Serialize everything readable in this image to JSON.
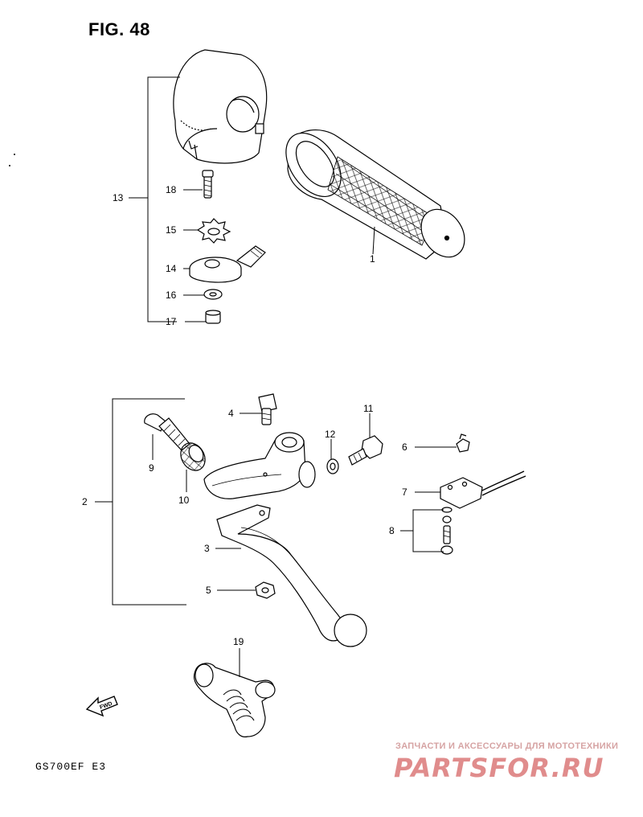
{
  "figure": {
    "title": "FIG. 48",
    "footer_code": "GS700EF  E3"
  },
  "direction_arrow": {
    "label": "FWD"
  },
  "watermark": {
    "tagline": "ЗАПЧАСТИ И АКСЕССУАРЫ ДЛЯ МОТОТЕХНИКИ",
    "logo": "PARTSFOR.RU"
  },
  "callouts": [
    {
      "id": "c1",
      "number": "1"
    },
    {
      "id": "c2",
      "number": "2"
    },
    {
      "id": "c3",
      "number": "3"
    },
    {
      "id": "c4",
      "number": "4"
    },
    {
      "id": "c5",
      "number": "5"
    },
    {
      "id": "c6",
      "number": "6"
    },
    {
      "id": "c7",
      "number": "7"
    },
    {
      "id": "c8",
      "number": "8"
    },
    {
      "id": "c9",
      "number": "9"
    },
    {
      "id": "c10",
      "number": "10"
    },
    {
      "id": "c11",
      "number": "11"
    },
    {
      "id": "c12",
      "number": "12"
    },
    {
      "id": "c13",
      "number": "13"
    },
    {
      "id": "c14",
      "number": "14"
    },
    {
      "id": "c15",
      "number": "15"
    },
    {
      "id": "c16",
      "number": "16"
    },
    {
      "id": "c17",
      "number": "17"
    },
    {
      "id": "c18",
      "number": "18"
    },
    {
      "id": "c19",
      "number": "19"
    }
  ]
}
